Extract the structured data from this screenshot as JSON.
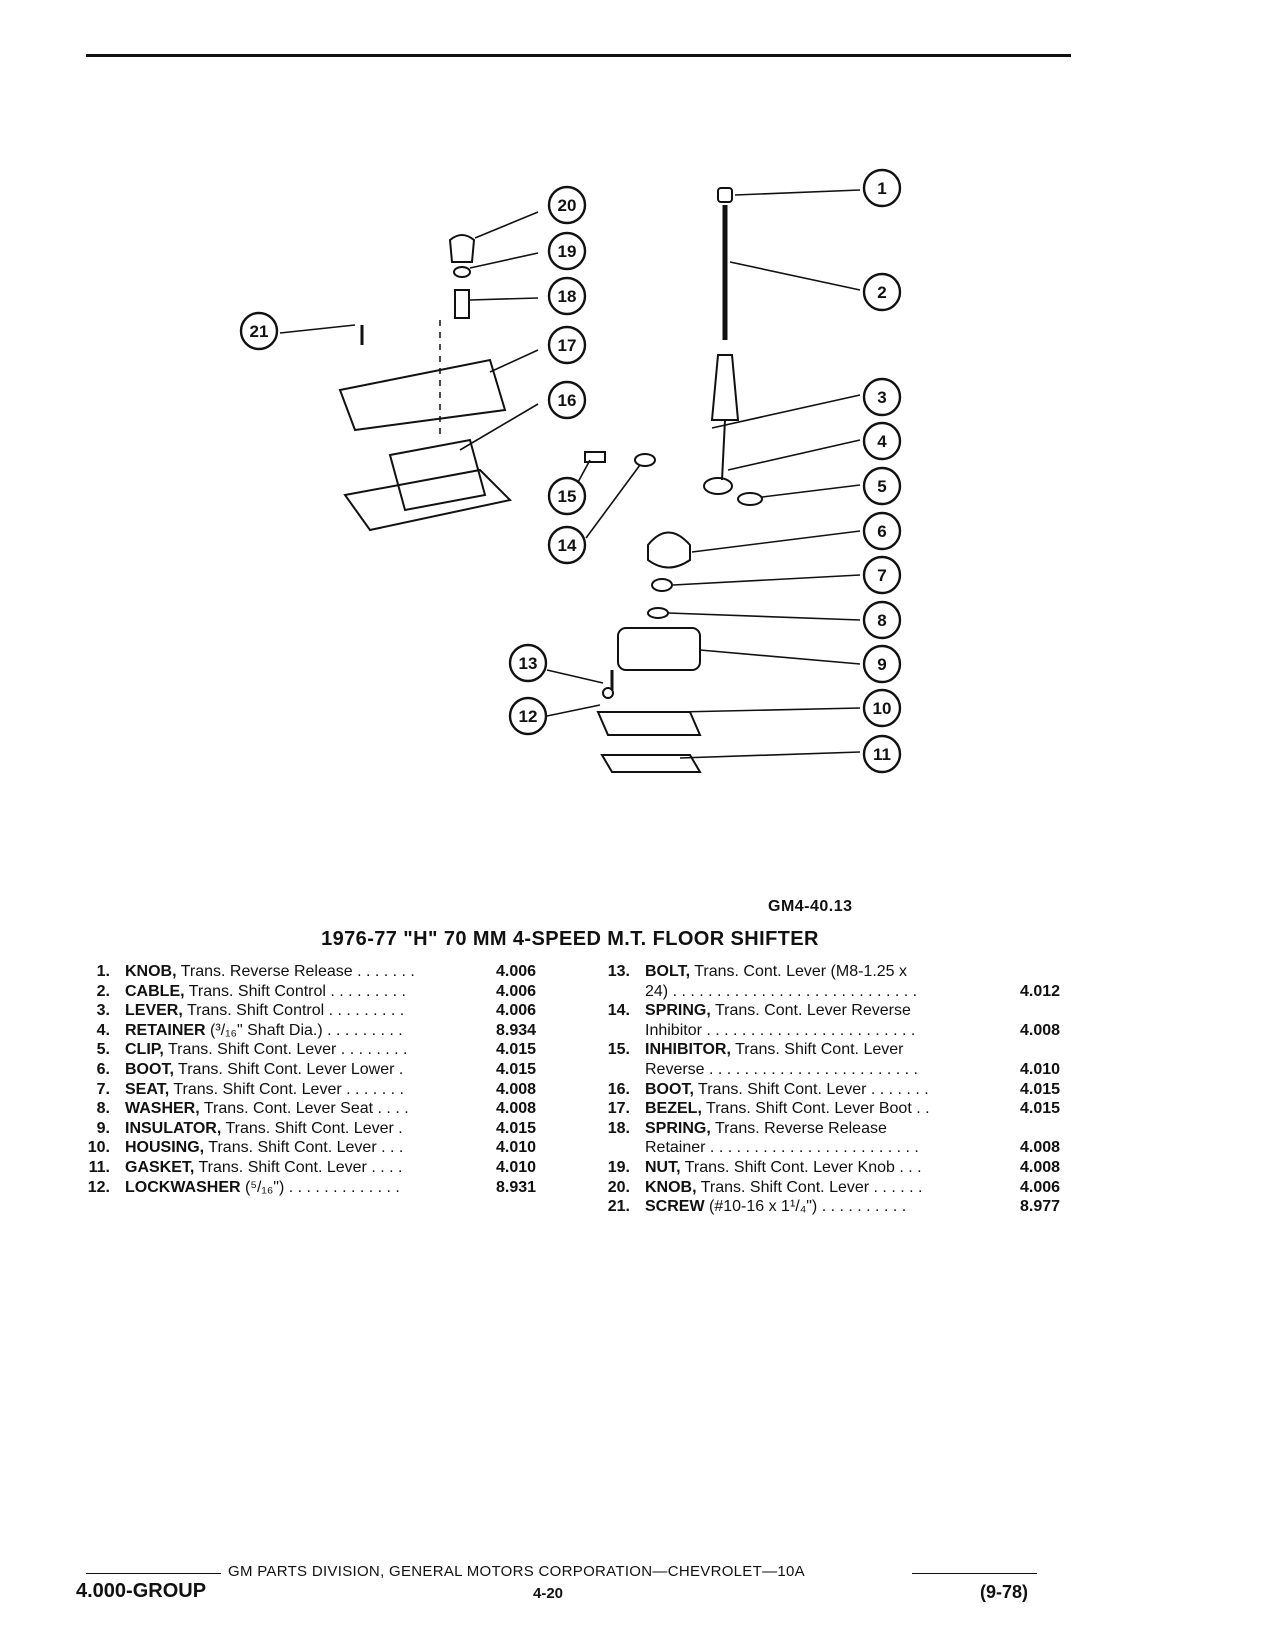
{
  "figure_code": "GM4-40.13",
  "title": "1976-77 \"H\" 70 MM 4-SPEED M.T. FLOOR SHIFTER",
  "callouts": [
    "1",
    "2",
    "3",
    "4",
    "5",
    "6",
    "7",
    "8",
    "9",
    "10",
    "11",
    "12",
    "13",
    "14",
    "15",
    "16",
    "17",
    "18",
    "19",
    "20",
    "21"
  ],
  "left_parts": [
    {
      "num": "1.",
      "name": "KNOB,",
      "rest": " Trans. Reverse Release . . . . . . .",
      "group": "4.006"
    },
    {
      "num": "2.",
      "name": "CABLE,",
      "rest": " Trans. Shift Control . . . . . . . . .",
      "group": "4.006"
    },
    {
      "num": "3.",
      "name": "LEVER,",
      "rest": " Trans. Shift Control . . . . . . . . .",
      "group": "4.006"
    },
    {
      "num": "4.",
      "name": "RETAINER",
      "rest": " (³/₁₆\" Shaft Dia.) . . . . . . . . .",
      "group": "8.934"
    },
    {
      "num": "5.",
      "name": "CLIP,",
      "rest": " Trans. Shift Cont. Lever . . . . . . . .",
      "group": "4.015"
    },
    {
      "num": "6.",
      "name": "BOOT,",
      "rest": " Trans. Shift Cont. Lever Lower .",
      "group": "4.015"
    },
    {
      "num": "7.",
      "name": "SEAT,",
      "rest": " Trans. Shift Cont. Lever . . . . . . .",
      "group": "4.008"
    },
    {
      "num": "8.",
      "name": "WASHER,",
      "rest": " Trans. Cont. Lever Seat . . . .",
      "group": "4.008"
    },
    {
      "num": "9.",
      "name": "INSULATOR,",
      "rest": " Trans. Shift Cont. Lever .",
      "group": "4.015"
    },
    {
      "num": "10.",
      "name": "HOUSING,",
      "rest": " Trans. Shift Cont. Lever . . .",
      "group": "4.010"
    },
    {
      "num": "11.",
      "name": "GASKET,",
      "rest": " Trans. Shift Cont. Lever . . . .",
      "group": "4.010"
    },
    {
      "num": "12.",
      "name": "LOCKWASHER",
      "rest": " (⁵/₁₆\") . . . . . . . . . . . . .",
      "group": "8.931"
    }
  ],
  "right_parts": [
    {
      "num": "13.",
      "name": "BOLT,",
      "line1": " Trans. Cont. Lever (M8-1.25 x",
      "line2": "24) . . . . . . . . . . . . . . . . . . . . . . . . . . . .",
      "group": "4.012"
    },
    {
      "num": "14.",
      "name": "SPRING,",
      "line1": " Trans. Cont. Lever Reverse",
      "line2": "Inhibitor . . . . . . . . . . . . . . . . . . . . . . . .",
      "group": "4.008"
    },
    {
      "num": "15.",
      "name": "INHIBITOR,",
      "line1": " Trans. Shift Cont. Lever",
      "line2": "Reverse . . . . . . . . . . . . . . . . . . . . . . . .",
      "group": "4.010"
    },
    {
      "num": "16.",
      "name": "BOOT,",
      "line1": " Trans. Shift Cont. Lever . . . . . . .",
      "line2": "",
      "group": "4.015"
    },
    {
      "num": "17.",
      "name": "BEZEL,",
      "line1": " Trans. Shift Cont. Lever Boot . .",
      "line2": "",
      "group": "4.015"
    },
    {
      "num": "18.",
      "name": "SPRING,",
      "line1": " Trans. Reverse Release",
      "line2": "Retainer . . . . . . . . . . . . . . . . . . . . . . . .",
      "group": "4.008"
    },
    {
      "num": "19.",
      "name": "NUT,",
      "line1": " Trans. Shift Cont. Lever Knob . . .",
      "line2": "",
      "group": "4.008"
    },
    {
      "num": "20.",
      "name": "KNOB,",
      "line1": " Trans. Shift Cont. Lever . . . . . .",
      "line2": "",
      "group": "4.006"
    },
    {
      "num": "21.",
      "name": "SCREW",
      "line1": " (#10-16 x 1¹/₄\") . . . . . . . . . .",
      "line2": "",
      "group": "8.977"
    }
  ],
  "footer": {
    "corporation": "GM PARTS DIVISION, GENERAL MOTORS CORPORATION—CHEVROLET—10A",
    "group": "4.000-GROUP",
    "page": "4-20",
    "date": "(9-78)"
  }
}
